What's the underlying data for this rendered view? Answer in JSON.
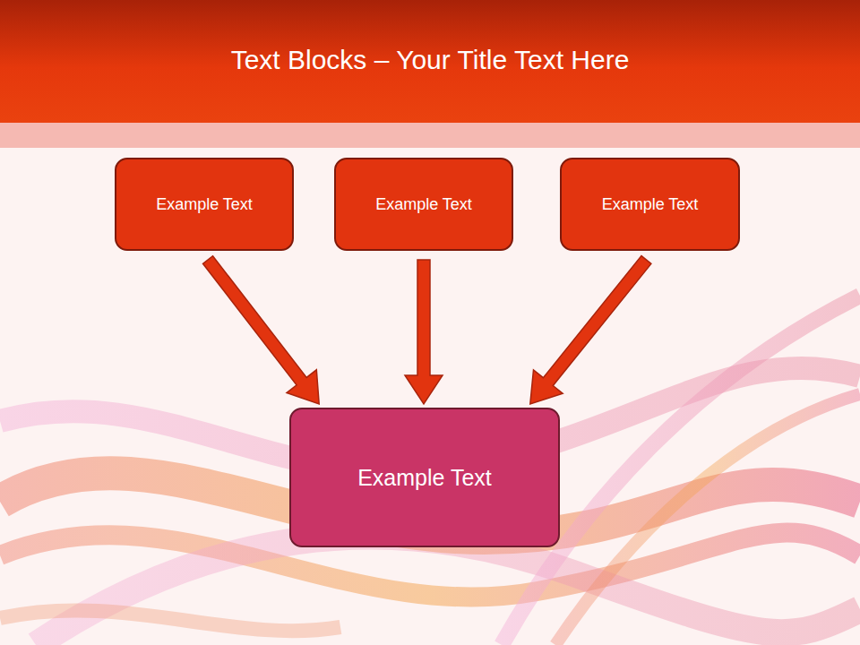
{
  "diagram": {
    "title": "Text Blocks – Your Title Text Here",
    "nodes": [
      {
        "text": [
          "Example Text"
        ]
      },
      {
        "text": [
          "Example Text"
        ]
      },
      {
        "text": [
          "Example Text"
        ]
      },
      {
        "text": [
          "Example Text"
        ]
      }
    ],
    "edges": [
      {
        "from": 0,
        "to": 3,
        "arrow": "to"
      },
      {
        "from": 1,
        "to": 3,
        "arrow": "to"
      },
      {
        "from": 2,
        "to": 3,
        "arrow": "to"
      }
    ]
  }
}
